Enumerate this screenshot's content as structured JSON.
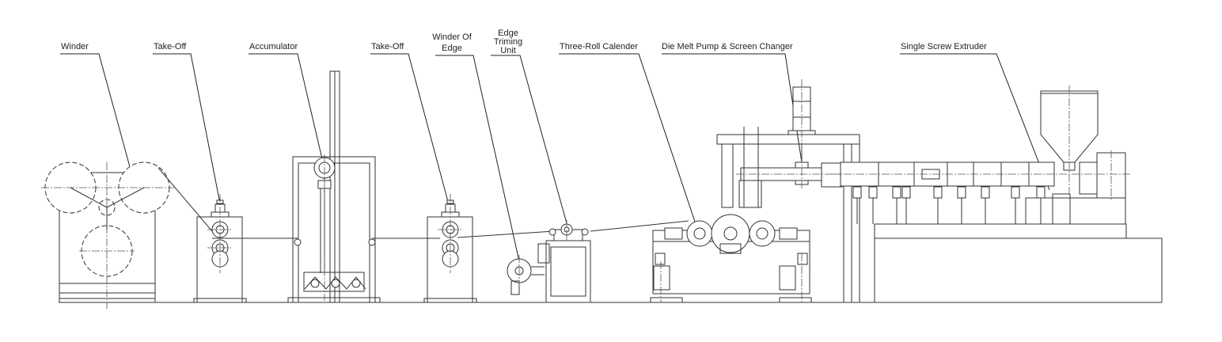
{
  "labels": {
    "winder": "Winder",
    "take_off_1": "Take-Off",
    "accumulator": "Accumulator",
    "take_off_2": "Take-Off",
    "winder_of_edge": [
      "Winder Of",
      "Edge"
    ],
    "edge_trimming_unit": [
      "Edge",
      "Triming",
      "Unit"
    ],
    "three_roll_calender": "Three-Roll Calender",
    "die_melt_pump": "Die Melt Pump & Screen Changer",
    "single_screw_extruder": "Single Screw Extruder"
  },
  "colors": {
    "line": "#333333",
    "text": "#222222",
    "background": "#ffffff"
  }
}
